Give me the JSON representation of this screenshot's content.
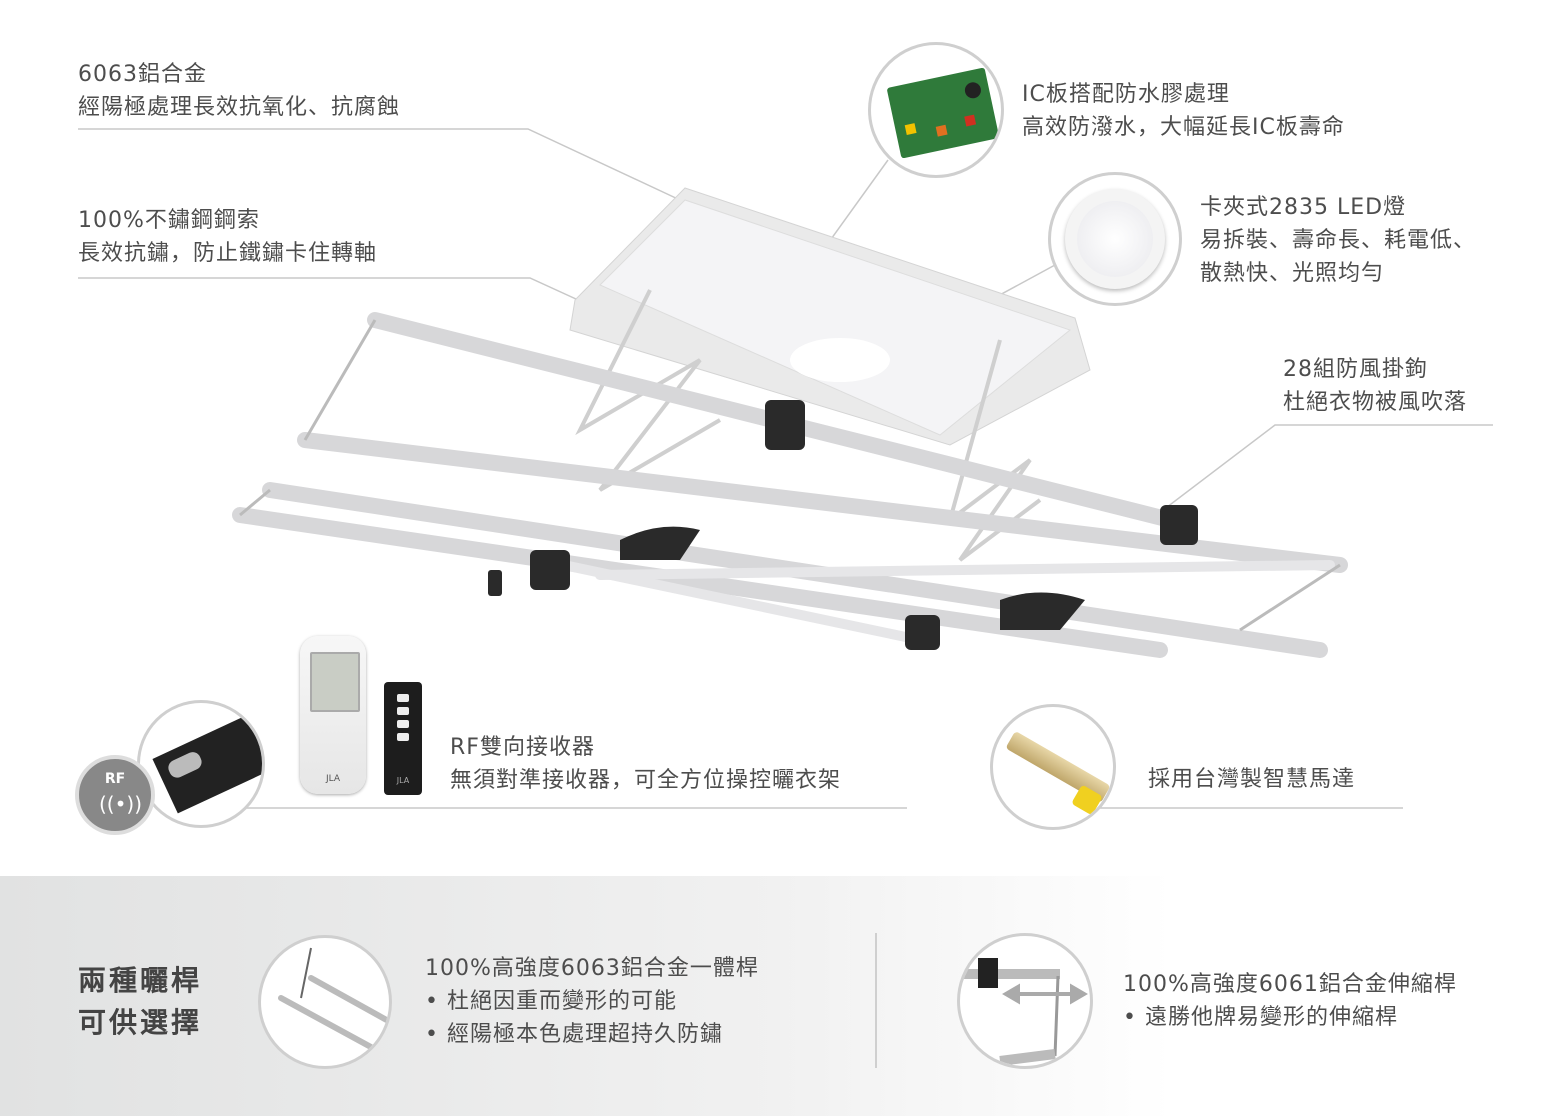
{
  "features": {
    "aluminum": {
      "title": "6063鋁合金",
      "desc": "經陽極處理長效抗氧化、抗腐蝕"
    },
    "steel_cable": {
      "title": "100%不鏽鋼鋼索",
      "desc": "長效抗鏽，防止鐵鏽卡住轉軸"
    },
    "ic_board": {
      "title": "IC板搭配防水膠處理",
      "desc": "高效防潑水，大幅延長IC板壽命"
    },
    "led": {
      "title": "卡夾式2835 LED燈",
      "desc1": "易拆裝、壽命長、耗電低、",
      "desc2": "散熱快、光照均勻"
    },
    "hooks": {
      "title": "28組防風掛鉤",
      "desc": "杜絕衣物被風吹落"
    },
    "rf": {
      "title": "RF雙向接收器",
      "desc": "無須對準接收器，可全方位操控曬衣架",
      "badge": "RF"
    },
    "motor": {
      "title": "採用台灣製智慧馬達"
    }
  },
  "bottom": {
    "heading1": "兩種曬桿",
    "heading2": "可供選擇",
    "option1": {
      "title": "100%高強度6063鋁合金一體桿",
      "bullets": [
        "杜絕因重而變形的可能",
        "經陽極本色處理超持久防鏽"
      ]
    },
    "option2": {
      "title": "100%高強度6061鋁合金伸縮桿",
      "bullets": [
        "遠勝他牌易變形的伸縮桿"
      ]
    }
  },
  "brand": "JLA",
  "colors": {
    "text": "#4d4d4d",
    "line": "#c8c8c8",
    "band_left": "#e1e2e2"
  }
}
